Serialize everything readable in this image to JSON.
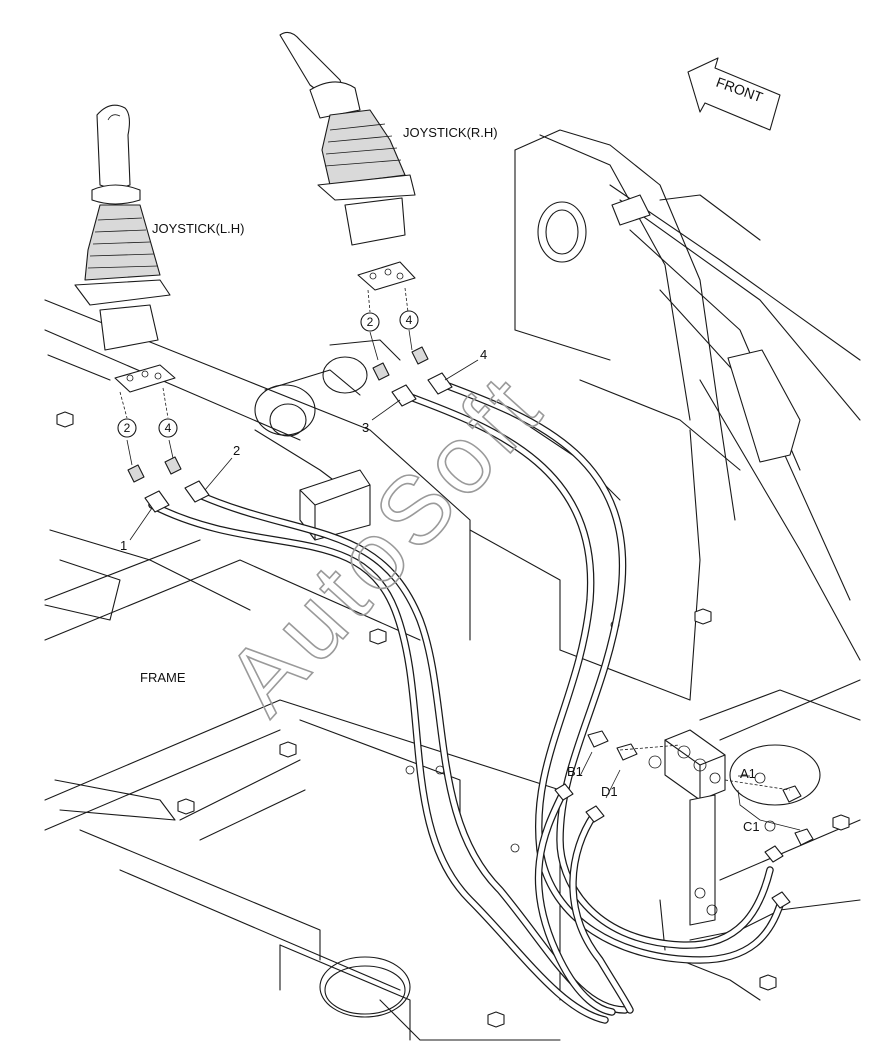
{
  "labels": {
    "joystick_lh": "JOYSTICK(L.H)",
    "joystick_rh": "JOYSTICK(R.H)",
    "frame": "FRAME",
    "front": "FRONT"
  },
  "part_numbers": [
    "1",
    "2",
    "3",
    "4"
  ],
  "port_circles": [
    "2",
    "4",
    "2",
    "4"
  ],
  "valve_ports": [
    "A1",
    "B1",
    "C1",
    "D1"
  ],
  "watermark": "AutoSoft"
}
